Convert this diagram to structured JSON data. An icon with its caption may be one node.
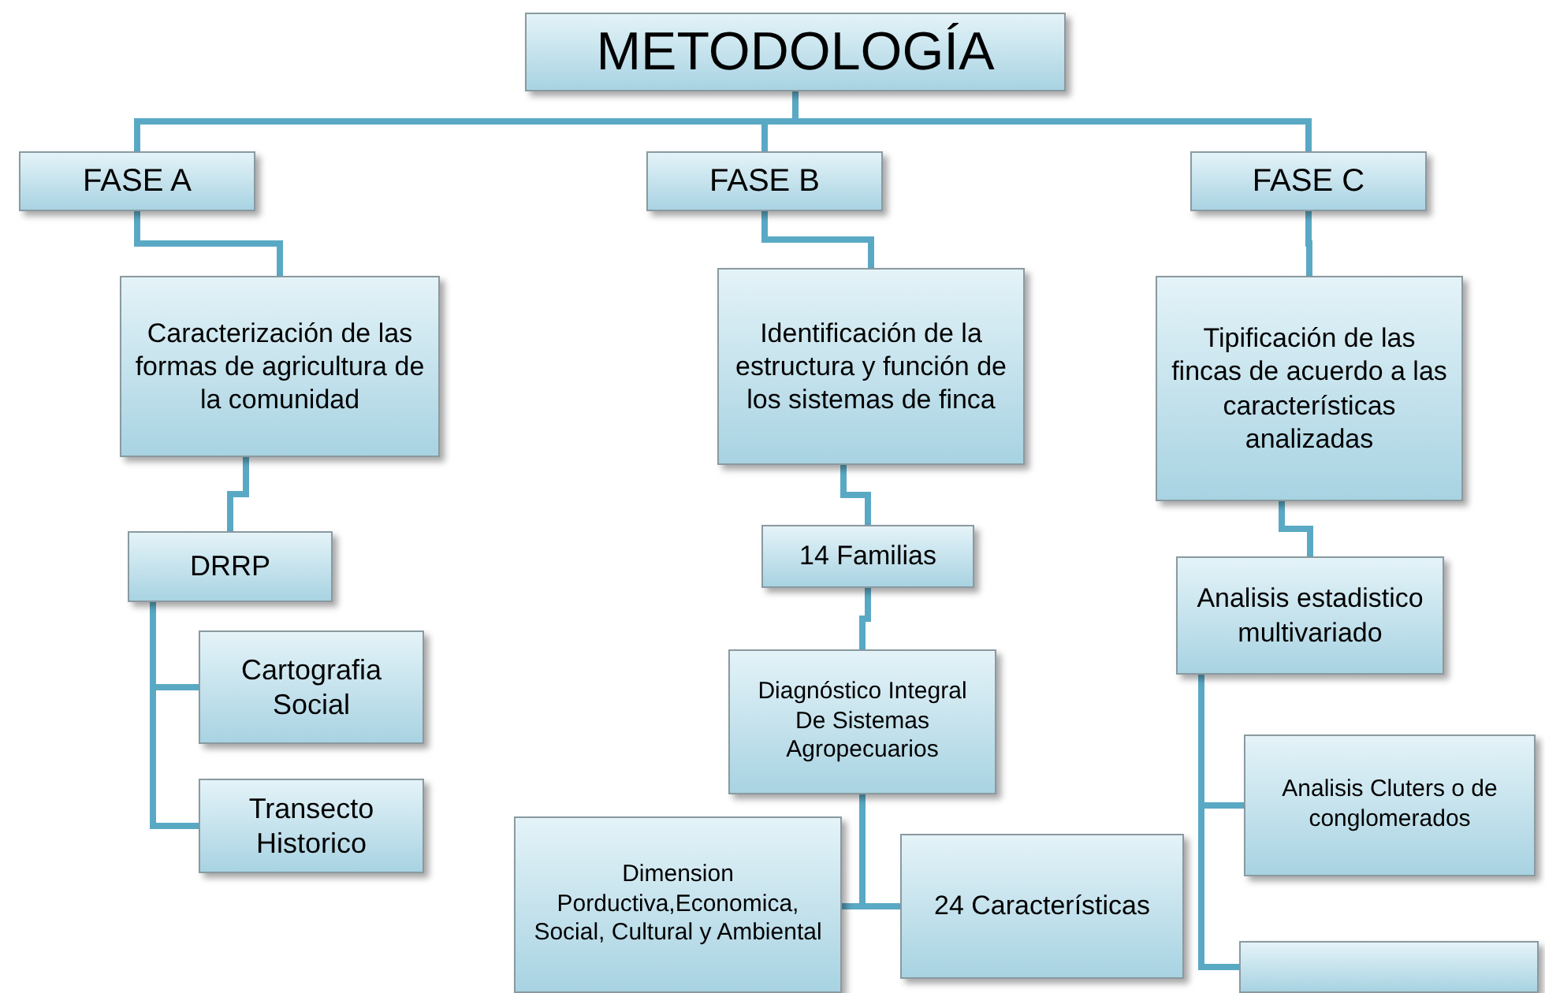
{
  "diagram": {
    "nodes": [
      {
        "text": [
          "METODOLOGÍA"
        ]
      },
      {
        "text": [
          "FASE A"
        ]
      },
      {
        "text": [
          "FASE B"
        ]
      },
      {
        "text": [
          "FASE C"
        ]
      },
      {
        "text": [
          "Caracterización de las formas de agricultura de la comunidad"
        ]
      },
      {
        "text": [
          "Identificación  de la estructura y función de los sistemas  de finca"
        ]
      },
      {
        "text": [
          "Tipificación de las fincas de acuerdo a las características analizadas"
        ]
      },
      {
        "text": [
          "DRRP"
        ]
      },
      {
        "text": [
          "Cartografia Social"
        ]
      },
      {
        "text": [
          "Transecto Historico"
        ]
      },
      {
        "text": [
          "14 Familias"
        ]
      },
      {
        "text": [
          "Diagnóstico Integral De Sistemas Agropecuarios"
        ]
      },
      {
        "text": [
          "Dimension Porductiva,Economica, Social, Cultural y Ambiental"
        ]
      },
      {
        "text": [
          "24 Características"
        ]
      },
      {
        "text": [
          "Analisis estadistico multivariado"
        ]
      },
      {
        "text": [
          "Analisis Cluters o de conglomerados"
        ]
      },
      {
        "text": [],
        "shape": "box"
      }
    ],
    "edges": [
      {
        "from": 0,
        "to": 1,
        "arrow": "none"
      },
      {
        "from": 0,
        "to": 2,
        "arrow": "none"
      },
      {
        "from": 0,
        "to": 3,
        "arrow": "none"
      },
      {
        "from": 1,
        "to": 4,
        "arrow": "none"
      },
      {
        "from": 2,
        "to": 5,
        "arrow": "none"
      },
      {
        "from": 3,
        "to": 6,
        "arrow": "none"
      },
      {
        "from": 4,
        "to": 7,
        "arrow": "none"
      },
      {
        "from": 7,
        "to": 8,
        "arrow": "none"
      },
      {
        "from": 7,
        "to": 9,
        "arrow": "none"
      },
      {
        "from": 5,
        "to": 10,
        "arrow": "none"
      },
      {
        "from": 10,
        "to": 11,
        "arrow": "none"
      },
      {
        "from": 11,
        "to": 12,
        "arrow": "none"
      },
      {
        "from": 11,
        "to": 13,
        "arrow": "none"
      },
      {
        "from": 6,
        "to": 14,
        "arrow": "none"
      },
      {
        "from": 14,
        "to": 15,
        "arrow": "none"
      },
      {
        "from": 14,
        "to": 16,
        "arrow": "none"
      }
    ]
  }
}
